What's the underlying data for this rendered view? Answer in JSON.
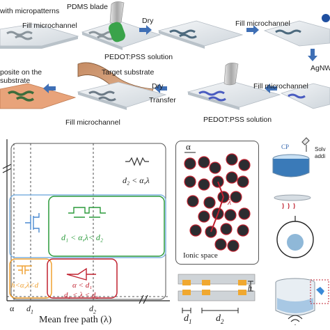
{
  "top_panel": {
    "label_with_micropatterns": "with micropatterns",
    "label_pdms_blade": "PDMS blade",
    "label_fill_1": "Fill microchannel",
    "label_dry_1": "Dry",
    "label_fill_2": "Fill microchannel",
    "label_pedot_1": "PEDOT:PSS solution",
    "label_agnw": "AgNW",
    "label_composite_1": "posite on the",
    "label_composite_2": "substrate",
    "label_target_substrate": "Target substrate",
    "label_dry_2": "Dry",
    "label_transfer": "Transfer",
    "label_fill_3": "Fill microchannel",
    "label_fill_4": "Fill microchannel",
    "label_pedot_2": "PEDOT:PSS solution"
  },
  "regime_diagram": {
    "x_axis_title": "Mean free path (λ)",
    "tick_alpha": "α",
    "tick_d1": "d",
    "tick_d1_sub": "1",
    "tick_d2": "d",
    "tick_d2_sub": "2",
    "cond_top": "d₂ < α,λ",
    "cond_green_1": "d",
    "cond_green_2": "₁ < α,λ< d",
    "cond_green_3": "₂",
    "cond_orange": "h<α,λ<d",
    "cond_red_1": "α < d₁",
    "cond_red_2": "d₁ < λ < d₂"
  },
  "ionic_panel": {
    "label_alpha": "α",
    "label_lambda": "λ",
    "caption": "Ionic space"
  },
  "channel_panel": {
    "label_h": "h",
    "label_d1": "d",
    "label_d1_sub": "1",
    "label_d2": "d",
    "label_d2_sub": "2"
  },
  "right_panel": {
    "label_cp": "CP",
    "label_solv": "Solv",
    "label_addi": "addi"
  },
  "colors": {
    "blue_region": "#7fb2e0",
    "green_region": "#2a9a3a",
    "orange_region": "#f0a030",
    "red_region": "#c0202f",
    "arrow_blue": "#3f6fb5",
    "pdms_green": "#3aa34a",
    "particle_dark": "#2c2c30",
    "particle_red": "#c0202f"
  }
}
